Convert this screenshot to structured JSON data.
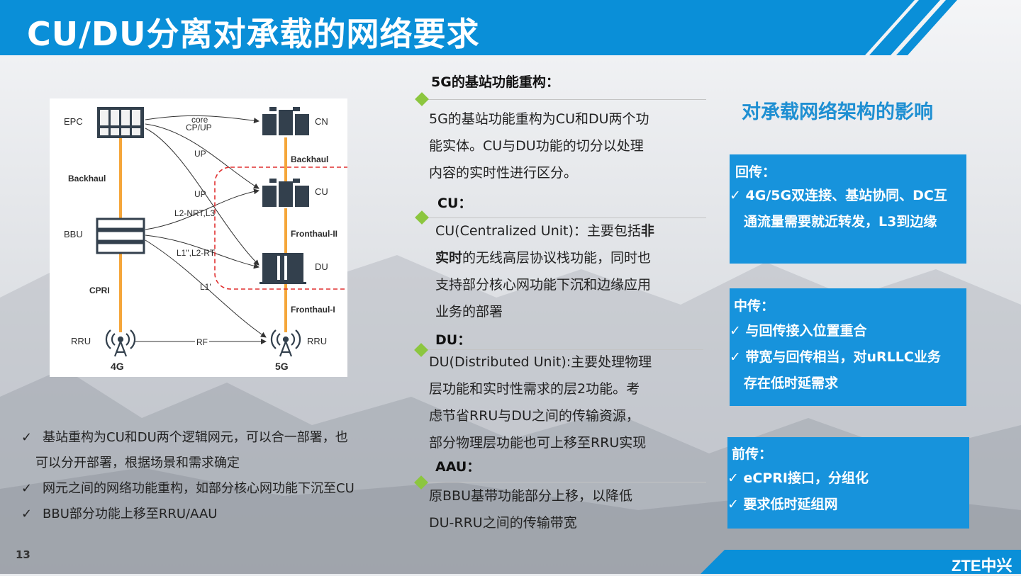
{
  "slide": {
    "title": "CU/DU分离对承载的网络要求",
    "page_number": "13",
    "logo_text": "ZTE中兴"
  },
  "diagram": {
    "labels": {
      "epc": "EPC",
      "cn": "CN",
      "backhaul_left": "Backhaul",
      "backhaul_right": "Backhaul",
      "core": "core",
      "cp_up": "CP/UP",
      "up1": "UP",
      "up2": "UP",
      "cu": "CU",
      "bbu": "BBU",
      "l2nrt": "L2-NRT,L3",
      "fronthaul2": "Fronthaul-II",
      "l1l2rt": "L1\",L2-RT",
      "du": "DU",
      "cpri": "CPRI",
      "l1": "L1'",
      "fronthaul1": "Fronthaul-I",
      "rru_left": "RRU",
      "rf": "RF",
      "rru_right": "RRU",
      "g4": "4G",
      "g5": "5G"
    }
  },
  "middle": {
    "sec1_title": "5G的基站功能重构：",
    "sec1_lines": [
      "5G的基站功能重构为CU和DU两个功",
      "能实体。CU与DU功能的切分以处理",
      "内容的实时性进行区分。"
    ],
    "cu_title": "CU：",
    "cu_line1_pre": "CU(Centralized Unit)：主要包括",
    "cu_line1_bold": "非",
    "cu_line2_bold": "实时",
    "cu_line2_post": "的无线高层协议栈功能，同时也",
    "cu_lines_rest": [
      "支持部分核心网功能下沉和边缘应用",
      "业务的部署"
    ],
    "du_title": "DU：",
    "du_lines": [
      "DU(Distributed Unit):主要处理物理",
      "层功能和实时性需求的层2功能。考",
      "虑节省RRU与DU之间的传输资源，",
      "部分物理层功能也可上移至RRU实现"
    ],
    "aau_title": "AAU：",
    "aau_lines": [
      "原BBU基带功能部分上移，以降低",
      "DU-RRU之间的传输带宽"
    ]
  },
  "right": {
    "title": "对承载网络架构的影响",
    "backhaul": {
      "title": "回传：",
      "lines": [
        "✓ 4G/5G双连接、基站协同、DC互",
        "通流量需要就近转发，L3到边缘"
      ]
    },
    "midhaul": {
      "title": "中传：",
      "lines": [
        "✓ 与回传接入位置重合",
        "✓ 带宽与回传相当，对uRLLC业务",
        "存在低时延需求"
      ]
    },
    "fronthaul": {
      "title": "前传：",
      "lines": [
        "✓ eCPRI接口，分组化",
        "✓ 要求低时延组网"
      ]
    }
  },
  "bullets": [
    {
      "check": "✓",
      "text": "基站重构为CU和DU两个逻辑网元，可以合一部署，也"
    },
    {
      "check": "",
      "text": "可以分开部署，根据场景和需求确定"
    },
    {
      "check": "✓",
      "text": "网元之间的网络功能重构，如部分核心网功能下沉至CU"
    },
    {
      "check": "✓",
      "text": "BBU部分功能上移至RRU/AAU"
    }
  ],
  "colors": {
    "header_blue": "#0a8fd8",
    "box_blue": "#1793dc",
    "accent_green": "#8cc63f",
    "title_blue": "#1e8fd2",
    "link_orange": "#f5a63a",
    "dash_red": "#e03030"
  }
}
